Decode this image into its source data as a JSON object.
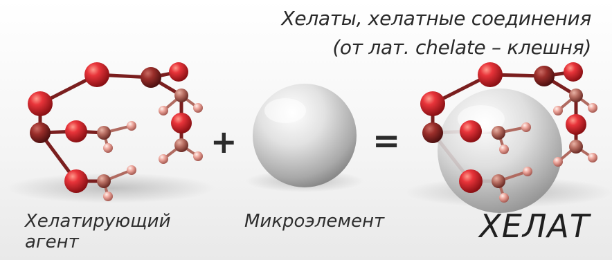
{
  "heading": {
    "line1": "Хелаты, хелатные соединения",
    "line2": "(от лат. chelate – клешня)"
  },
  "operators": {
    "plus": "+",
    "equals": "="
  },
  "labels": {
    "agent_line1": "Хелатирующий",
    "agent_line2": "агент",
    "microelement": "Микроэлемент",
    "chelate": "ХЕЛАТ"
  },
  "colors": {
    "background": "#ffffff",
    "atom_red": "#d8282c",
    "atom_dark": "#8e2424",
    "atom_pink": "#d98b80",
    "bond": "#7a1e1e",
    "sphere_gray": "#c9c9c9"
  }
}
